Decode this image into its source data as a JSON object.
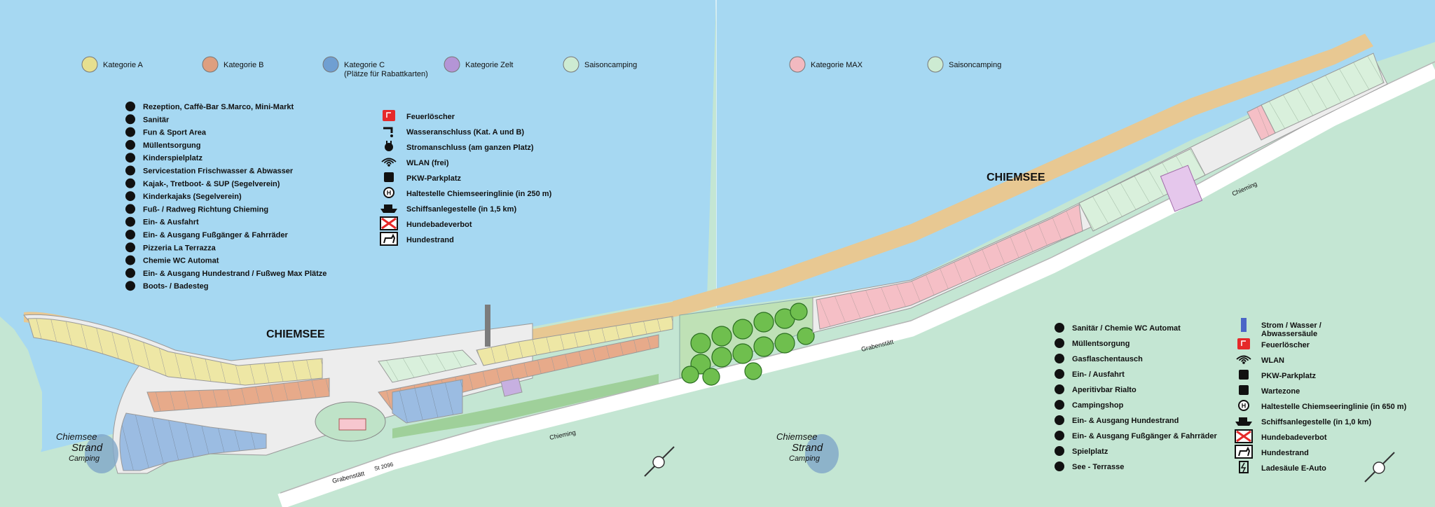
{
  "lake_name": "CHIEMSEE",
  "roads": {
    "chieming_arrow": "Chieming",
    "grabenstaett_arrow": "Grabenstätt",
    "road_number": "St 2096"
  },
  "logo": {
    "line1": "Chiemsee",
    "line2": "Strand",
    "line3": "Camping"
  },
  "legend_categories": [
    {
      "label": "Kategorie A",
      "sub": "",
      "color": "#e6df8f"
    },
    {
      "label": "Kategorie B",
      "sub": "",
      "color": "#de9f7f"
    },
    {
      "label": "Kategorie C",
      "sub": "(Plätze für Rabattkarten)",
      "color": "#6f9fd2"
    },
    {
      "label": "Kategorie Zelt",
      "sub": "",
      "color": "#b495d6"
    },
    {
      "label": "Saisoncamping",
      "sub": "",
      "color": "#cdebd2"
    },
    {
      "label": "Kategorie MAX",
      "sub": "",
      "color": "#f2b9c0"
    },
    {
      "label": "Saisoncamping",
      "sub": "",
      "color": "#cdebd2"
    }
  ],
  "legend1_numbers": [
    "Rezeption, Caffè-Bar S.Marco, Mini-Markt",
    "Sanitär",
    "Fun & Sport Area",
    "Müllentsorgung",
    "Kinderspielplatz",
    "Servicestation Frischwasser & Abwasser",
    "Kajak-, Tretboot- & SUP (Segelverein)",
    "Kinderkajaks (Segelverein)",
    "Fuß- / Radweg Richtung Chieming",
    "Ein- & Ausfahrt",
    "Ein- & Ausgang Fußgänger & Fahrräder",
    "Pizzeria La Terrazza",
    "Chemie WC Automat",
    "Ein- & Ausgang Hundestrand / Fußweg Max Plätze",
    "Boots- / Badesteg"
  ],
  "legend1_symbols": [
    {
      "icon": "fire-extinguisher-icon",
      "label": "Feuerlöscher"
    },
    {
      "icon": "water-tap-icon",
      "label": "Wasseranschluss (Kat. A und B)"
    },
    {
      "icon": "power-plug-icon",
      "label": "Stromanschluss (am ganzen Platz)"
    },
    {
      "icon": "wifi-icon",
      "label": "WLAN (frei)"
    },
    {
      "icon": "parking-icon",
      "label": "PKW-Parkplatz",
      "glyph": "P"
    },
    {
      "icon": "bus-stop-icon",
      "label": "Haltestelle Chiemseeringlinie (in 250 m)",
      "glyph": "H"
    },
    {
      "icon": "ship-icon",
      "label": "Schiffsanlegestelle (in 1,5 km)"
    },
    {
      "icon": "no-dogs-bathing-icon",
      "label": "Hundebadeverbot"
    },
    {
      "icon": "dog-beach-icon",
      "label": "Hundestrand"
    }
  ],
  "legend2_numbers": [
    "Sanitär / Chemie WC Automat",
    "Müllentsorgung",
    "Gasflaschentausch",
    "Ein- / Ausfahrt",
    "Aperitivbar Rialto",
    "Campingshop",
    "Ein- & Ausgang Hundestrand",
    "Ein- & Ausgang Fußgänger & Fahrräder",
    "Spielplatz",
    "See - Terrasse"
  ],
  "legend2_symbols": [
    {
      "icon": "utility-column-icon",
      "label": "Strom / Wasser /",
      "label2": "Abwassersäule"
    },
    {
      "icon": "fire-extinguisher-icon",
      "label": "Feuerlöscher",
      "label2": ""
    },
    {
      "icon": "wifi-icon",
      "label": "WLAN",
      "label2": ""
    },
    {
      "icon": "parking-icon",
      "label": "PKW-Parkplatz",
      "label2": "",
      "glyph": "P"
    },
    {
      "icon": "waiting-zone-icon",
      "label": "Wartezone",
      "label2": "",
      "glyph": "W"
    },
    {
      "icon": "bus-stop-icon",
      "label": "Haltestelle Chiemseeringlinie (in 650 m)",
      "label2": "",
      "glyph": "H"
    },
    {
      "icon": "ship-icon",
      "label": "Schiffsanlegestelle (in 1,0 km)",
      "label2": ""
    },
    {
      "icon": "no-dogs-bathing-icon",
      "label": "Hundebadeverbot",
      "label2": ""
    },
    {
      "icon": "dog-beach-icon",
      "label": "Hundestrand",
      "label2": ""
    },
    {
      "icon": "ev-charging-icon",
      "label": "Ladesäule E-Auto",
      "label2": ""
    }
  ],
  "colors": {
    "lake": "#a6d8f2",
    "land": "#c4e6d3",
    "beach": "#e8c892",
    "road": "#ffffff",
    "path": "#d8d8d8",
    "tree": "#5faf3f"
  }
}
